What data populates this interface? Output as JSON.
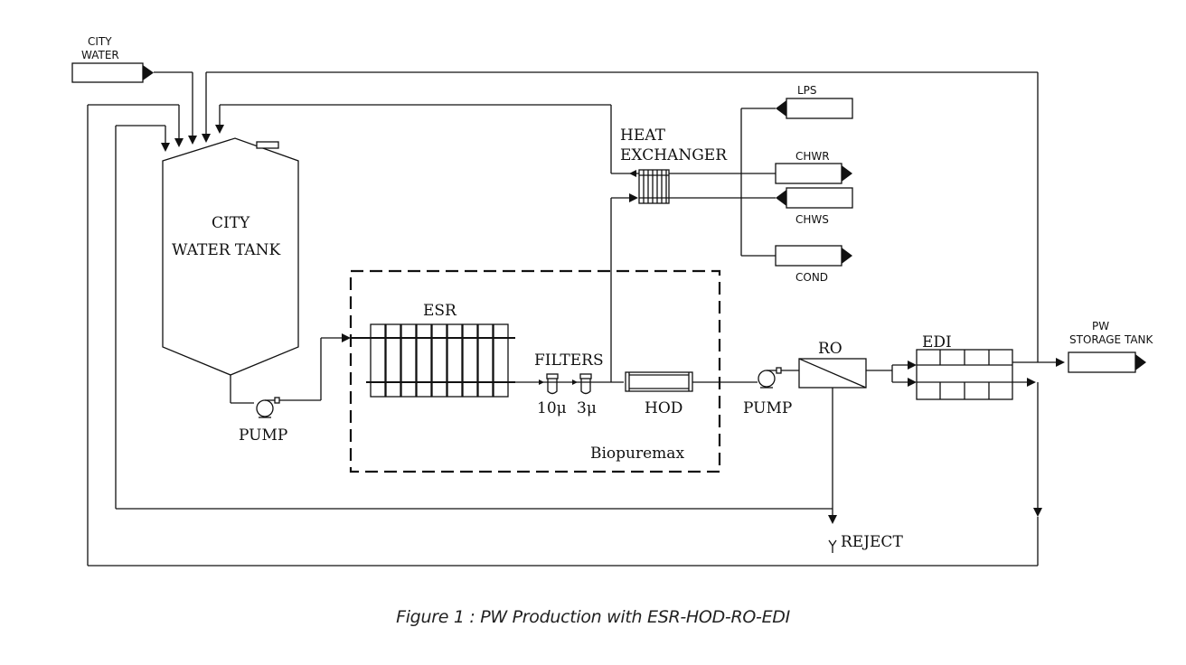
{
  "labels": {
    "city_water": [
      "CITY",
      "WATER"
    ],
    "tank": [
      "CITY",
      "WATER  TANK"
    ],
    "pump1": "PUMP",
    "esr": "ESR",
    "filters": "FILTERS",
    "filter_10": "10μ",
    "filter_3": "3μ",
    "hod": "HOD",
    "biopuremax": "Biopuremax",
    "heat_exchanger": [
      "HEAT",
      "EXCHANGER"
    ],
    "lps": "LPS",
    "chwr": "CHWR",
    "chws": "CHWS",
    "cond": "COND",
    "pump2": "PUMP",
    "ro": "RO",
    "edi": "EDI",
    "pw_storage": [
      "PW",
      "STORAGE  TANK"
    ],
    "reject": "REJECT"
  },
  "caption": "Figure 1 : PW Production with ESR-HOD-RO-EDI"
}
